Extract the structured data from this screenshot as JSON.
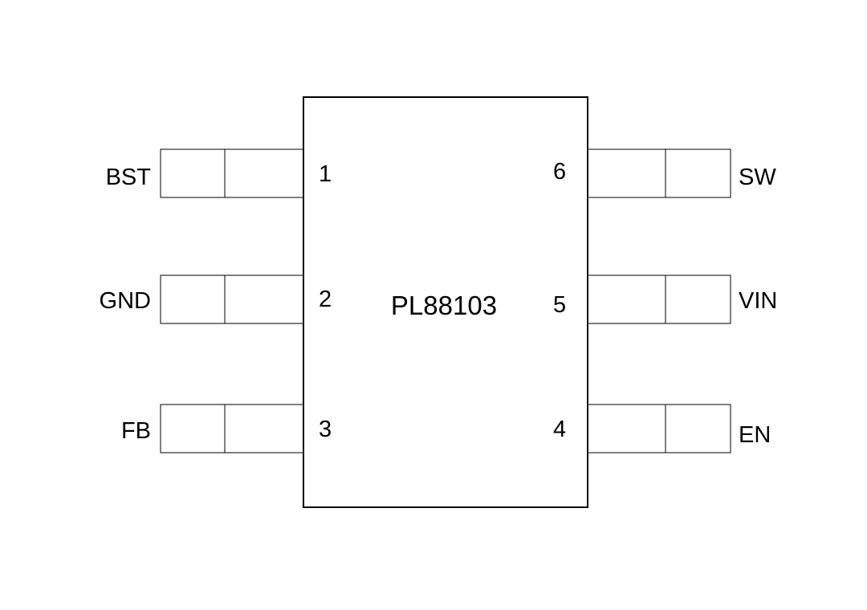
{
  "part_name": "PL88103",
  "left_pins": [
    {
      "number": "1",
      "name": "BST"
    },
    {
      "number": "2",
      "name": "GND"
    },
    {
      "number": "3",
      "name": "FB"
    }
  ],
  "right_pins": [
    {
      "number": "6",
      "name": "SW"
    },
    {
      "number": "5",
      "name": "VIN"
    },
    {
      "number": "4",
      "name": "EN"
    }
  ]
}
